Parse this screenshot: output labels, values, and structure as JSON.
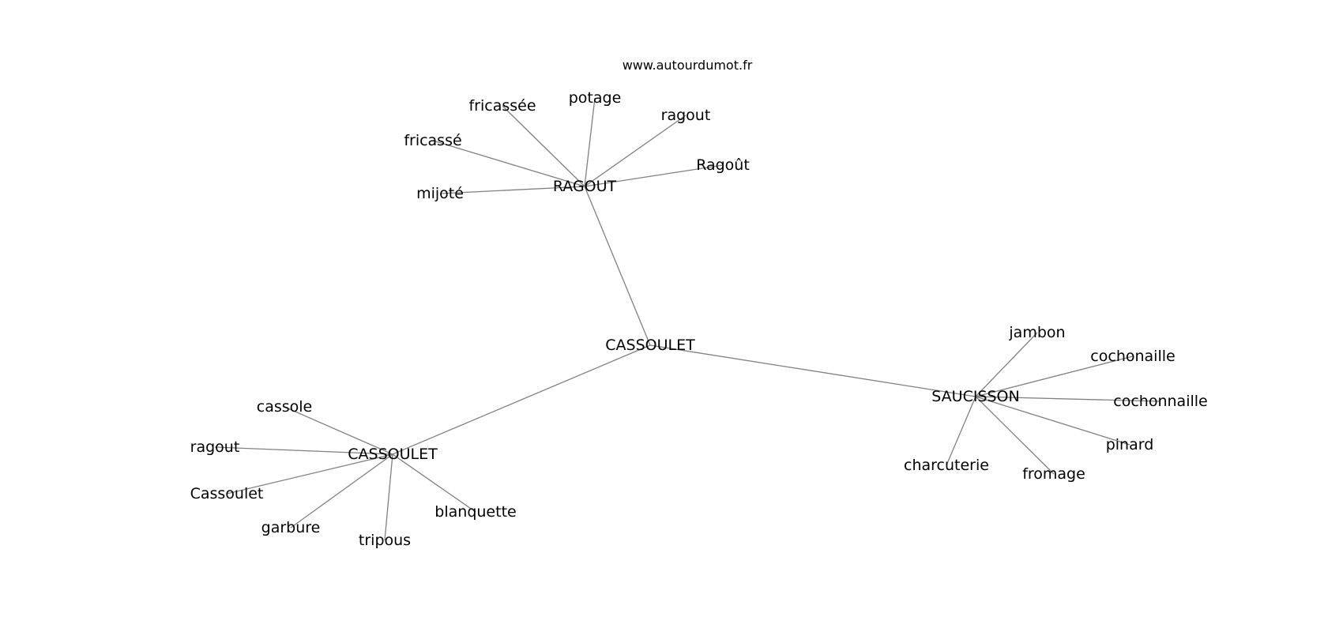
{
  "credit": "www.autourdumot.fr",
  "graph": {
    "nodes": [
      {
        "id": "center",
        "label": "CASSOULET"
      },
      {
        "id": "ragout_hub",
        "label": "RAGOUT"
      },
      {
        "id": "saucisson_hub",
        "label": "SAUCISSON"
      },
      {
        "id": "cassoulet_hub",
        "label": "CASSOULET"
      },
      {
        "id": "fricassee",
        "label": "fricassée"
      },
      {
        "id": "potage",
        "label": "potage"
      },
      {
        "id": "ragout_r",
        "label": "ragout"
      },
      {
        "id": "fricasse",
        "label": "fricassé"
      },
      {
        "id": "ragout_cap",
        "label": "Ragoût"
      },
      {
        "id": "mijote",
        "label": "mijoté"
      },
      {
        "id": "jambon",
        "label": "jambon"
      },
      {
        "id": "cochonaille",
        "label": "cochonaille"
      },
      {
        "id": "cochonnaille",
        "label": "cochonnaille"
      },
      {
        "id": "pinard",
        "label": "pinard"
      },
      {
        "id": "charcuterie",
        "label": "charcuterie"
      },
      {
        "id": "fromage",
        "label": "fromage"
      },
      {
        "id": "cassole",
        "label": "cassole"
      },
      {
        "id": "ragout_c",
        "label": "ragout"
      },
      {
        "id": "cassoulet_cap",
        "label": "Cassoulet"
      },
      {
        "id": "garbure",
        "label": "garbure"
      },
      {
        "id": "tripous",
        "label": "tripous"
      },
      {
        "id": "blanquette",
        "label": "blanquette"
      }
    ],
    "edges": [
      [
        "center",
        "ragout_hub"
      ],
      [
        "center",
        "saucisson_hub"
      ],
      [
        "center",
        "cassoulet_hub"
      ],
      [
        "ragout_hub",
        "fricassee"
      ],
      [
        "ragout_hub",
        "potage"
      ],
      [
        "ragout_hub",
        "ragout_r"
      ],
      [
        "ragout_hub",
        "fricasse"
      ],
      [
        "ragout_hub",
        "ragout_cap"
      ],
      [
        "ragout_hub",
        "mijote"
      ],
      [
        "saucisson_hub",
        "jambon"
      ],
      [
        "saucisson_hub",
        "cochonaille"
      ],
      [
        "saucisson_hub",
        "cochonnaille"
      ],
      [
        "saucisson_hub",
        "pinard"
      ],
      [
        "saucisson_hub",
        "charcuterie"
      ],
      [
        "saucisson_hub",
        "fromage"
      ],
      [
        "cassoulet_hub",
        "cassole"
      ],
      [
        "cassoulet_hub",
        "ragout_c"
      ],
      [
        "cassoulet_hub",
        "cassoulet_cap"
      ],
      [
        "cassoulet_hub",
        "garbure"
      ],
      [
        "cassoulet_hub",
        "tripous"
      ],
      [
        "cassoulet_hub",
        "blanquette"
      ]
    ]
  }
}
